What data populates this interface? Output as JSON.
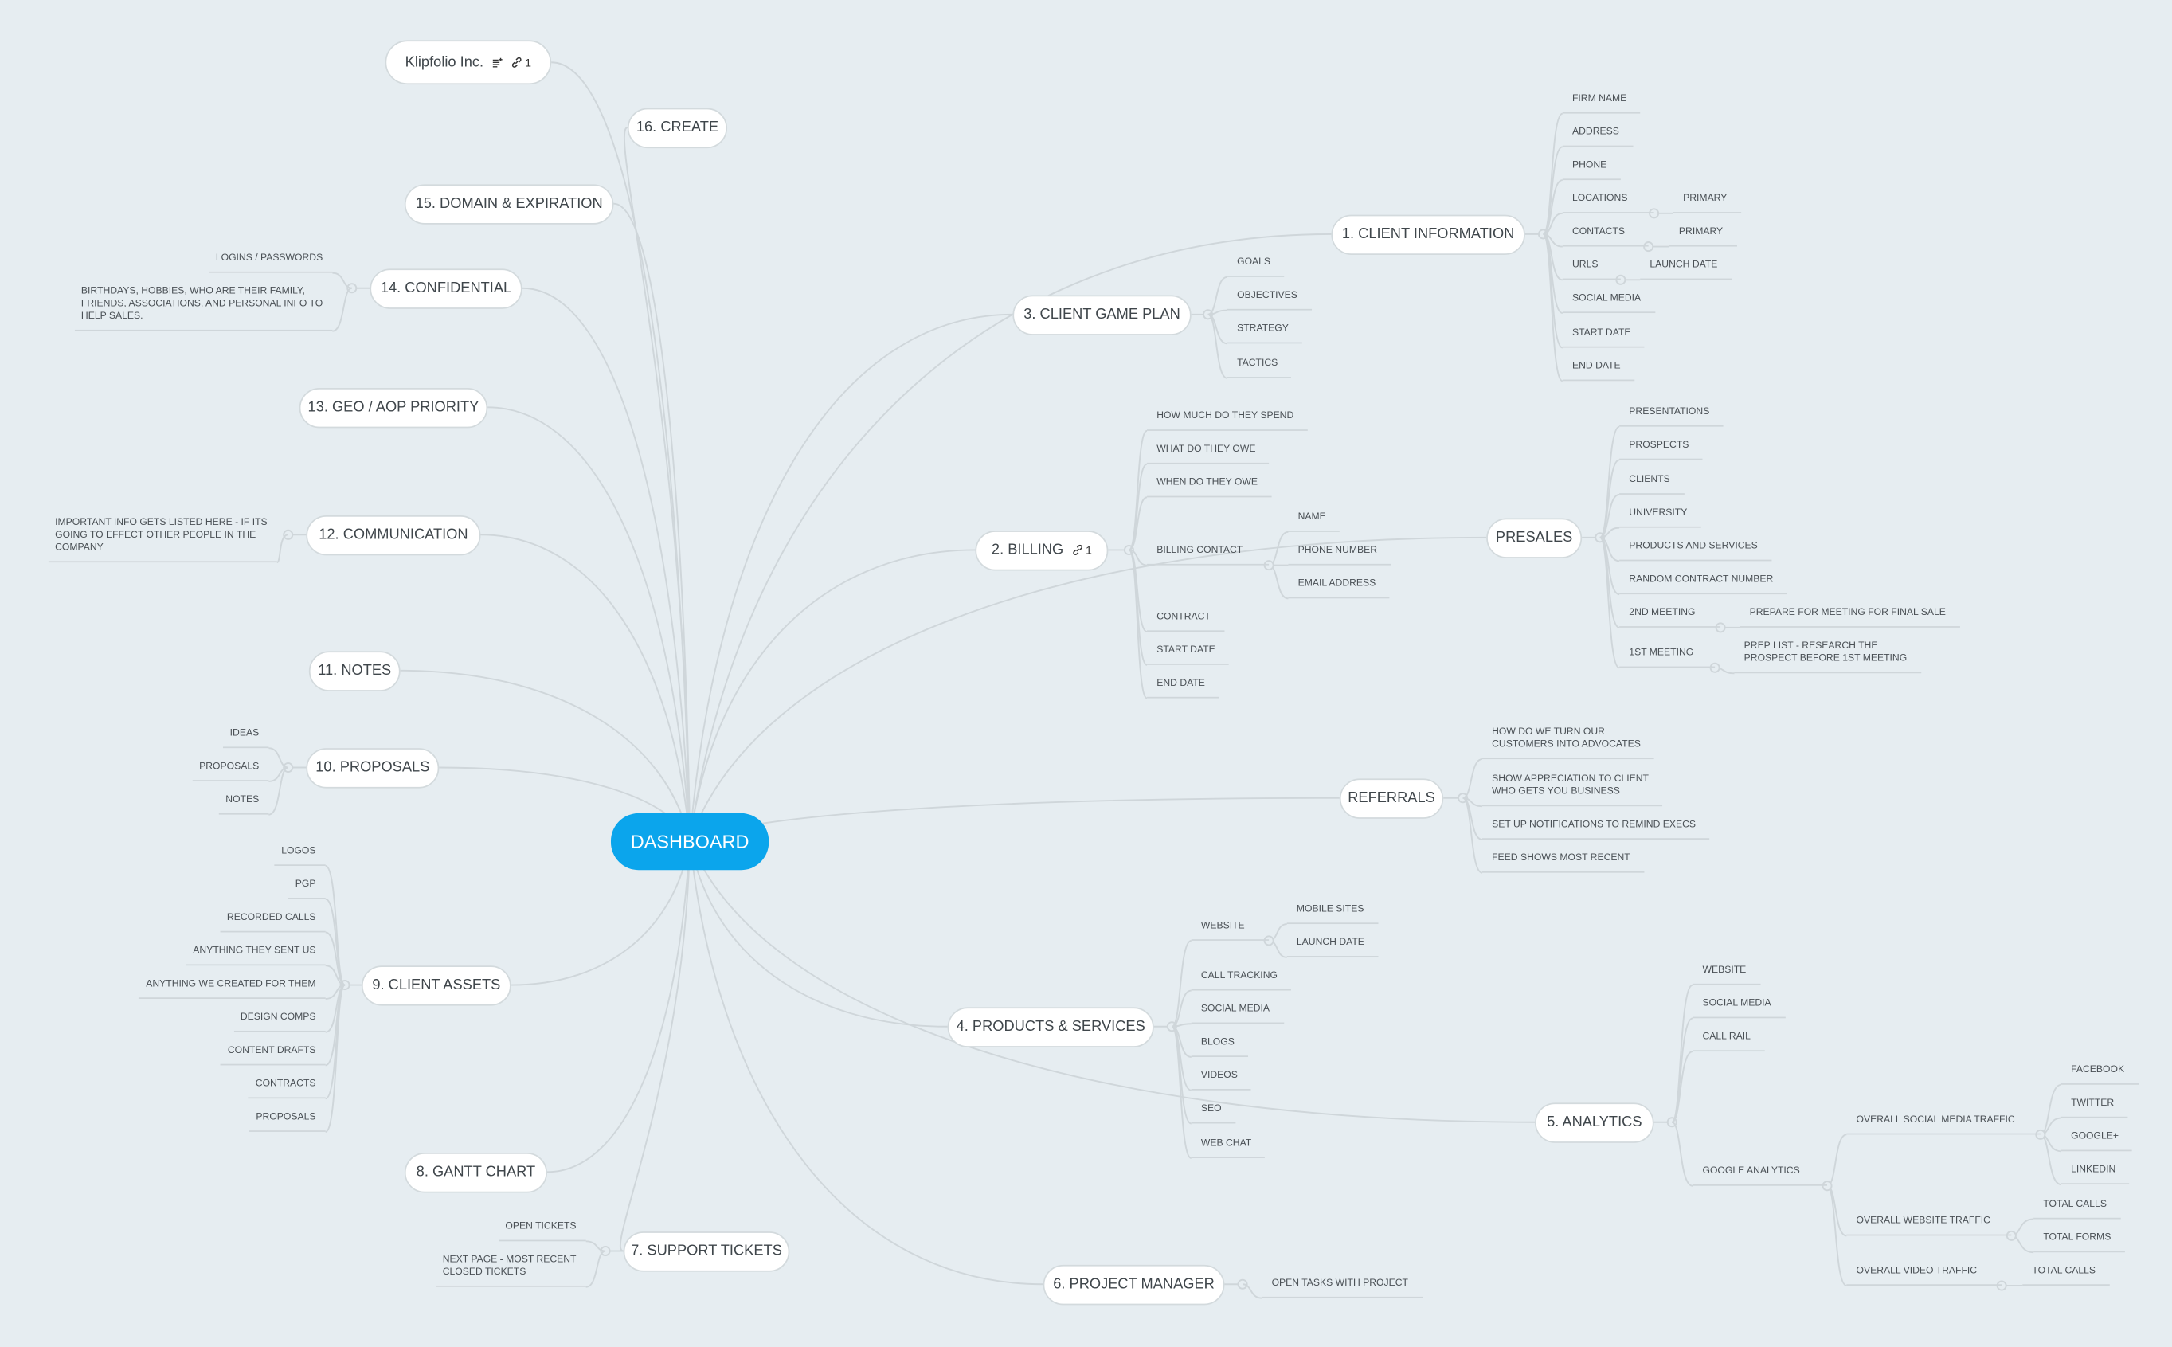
{
  "center": {
    "label": "DASHBOARD",
    "color": "#0ba5ec"
  },
  "colors": {
    "background": "#e6edf1",
    "connector": "#cfd6da",
    "node_border": "#d3dadd",
    "text": "#3f464b"
  },
  "topics": {
    "klipfolio": {
      "label": "Klipfolio Inc.",
      "link_count": "1",
      "icons": [
        "notes-icon",
        "link-icon"
      ]
    },
    "create": {
      "label": "16. CREATE"
    },
    "domain": {
      "label": "15. DOMAIN & EXPIRATION"
    },
    "confidential": {
      "label": "14. CONFIDENTIAL",
      "children": [
        "LOGINS / PASSWORDS",
        "BIRTHDAYS, HOBBIES, WHO ARE THEIR FAMILY,\nFRIENDS, ASSOCIATIONS, AND PERSONAL INFO TO\nHELP SALES."
      ]
    },
    "geo": {
      "label": "13. GEO / AOP PRIORITY"
    },
    "communication": {
      "label": "12. COMMUNICATION",
      "children": [
        "IMPORTANT INFO GETS LISTED HERE - IF ITS\nGOING TO EFFECT OTHER PEOPLE IN THE\nCOMPANY"
      ]
    },
    "notes": {
      "label": "11. NOTES"
    },
    "proposals": {
      "label": "10. PROPOSALS",
      "children": [
        "IDEAS",
        "PROPOSALS",
        "NOTES"
      ]
    },
    "client_assets": {
      "label": "9. CLIENT ASSETS",
      "children": [
        "LOGOS",
        "PGP",
        "RECORDED CALLS",
        "ANYTHING THEY SENT US",
        "ANYTHING WE CREATED FOR THEM",
        "DESIGN COMPS",
        "CONTENT DRAFTS",
        "CONTRACTS",
        "PROPOSALS"
      ]
    },
    "gantt": {
      "label": "8. GANTT CHART"
    },
    "support": {
      "label": "7. SUPPORT TICKETS",
      "children": [
        "OPEN TICKETS",
        "NEXT PAGE - MOST RECENT\nCLOSED TICKETS"
      ]
    },
    "project_manager": {
      "label": "6. PROJECT MANAGER",
      "children": [
        "OPEN TASKS WITH PROJECT"
      ]
    },
    "analytics": {
      "label": "5. ANALYTICS",
      "children": [
        "WEBSITE",
        "SOCIAL MEDIA",
        "CALL RAIL",
        {
          "label": "GOOGLE ANALYTICS",
          "children": [
            {
              "label": "OVERALL SOCIAL MEDIA TRAFFIC",
              "children": [
                "FACEBOOK",
                "TWITTER",
                "GOOGLE+",
                "LINKEDIN"
              ]
            },
            {
              "label": "OVERALL WEBSITE TRAFFIC",
              "children": [
                "TOTAL CALLS",
                "TOTAL FORMS"
              ]
            },
            {
              "label": "OVERALL VIDEO TRAFFIC",
              "children": [
                "TOTAL CALLS"
              ]
            }
          ]
        }
      ]
    },
    "products": {
      "label": "4. PRODUCTS & SERVICES",
      "children": [
        {
          "label": "WEBSITE",
          "children": [
            "MOBILE SITES",
            "LAUNCH DATE"
          ]
        },
        "CALL TRACKING",
        "SOCIAL MEDIA",
        "BLOGS",
        "VIDEOS",
        "SEO",
        "WEB CHAT"
      ]
    },
    "referrals": {
      "label": "REFERRALS",
      "children": [
        "HOW DO WE TURN OUR\nCUSTOMERS INTO ADVOCATES",
        "SHOW APPRECIATION TO CLIENT\nWHO GETS YOU BUSINESS",
        "SET UP NOTIFICATIONS TO REMIND EXECS",
        "FEED SHOWS MOST RECENT"
      ]
    },
    "billing": {
      "label": "2. BILLING",
      "link_count": "1",
      "children": [
        "HOW MUCH DO THEY SPEND",
        "WHAT DO THEY OWE",
        "WHEN DO THEY OWE",
        {
          "label": "BILLING CONTACT",
          "children": [
            "NAME",
            "PHONE NUMBER",
            "EMAIL ADDRESS"
          ]
        },
        "CONTRACT",
        "START DATE",
        "END DATE"
      ]
    },
    "presales": {
      "label": "PRESALES",
      "children": [
        "PRESENTATIONS",
        "PROSPECTS",
        "CLIENTS",
        "UNIVERSITY",
        "PRODUCTS AND SERVICES",
        "RANDOM CONTRACT NUMBER",
        {
          "label": "2ND MEETING",
          "children": [
            "PREPARE FOR MEETING FOR FINAL SALE"
          ]
        },
        {
          "label": "1ST MEETING",
          "children": [
            "PREP LIST - RESEARCH THE\nPROSPECT BEFORE 1ST MEETING"
          ]
        }
      ]
    },
    "game_plan": {
      "label": "3. CLIENT GAME PLAN",
      "children": [
        "GOALS",
        "OBJECTIVES",
        "STRATEGY",
        "TACTICS"
      ]
    },
    "client_info": {
      "label": "1. CLIENT INFORMATION",
      "children": [
        "FIRM NAME",
        "ADDRESS",
        "PHONE",
        {
          "label": "LOCATIONS",
          "children": [
            "PRIMARY"
          ]
        },
        {
          "label": "CONTACTS",
          "children": [
            "PRIMARY"
          ]
        },
        {
          "label": "URLS",
          "children": [
            "LAUNCH DATE"
          ]
        },
        "SOCIAL MEDIA",
        "START DATE",
        "END DATE"
      ]
    }
  }
}
